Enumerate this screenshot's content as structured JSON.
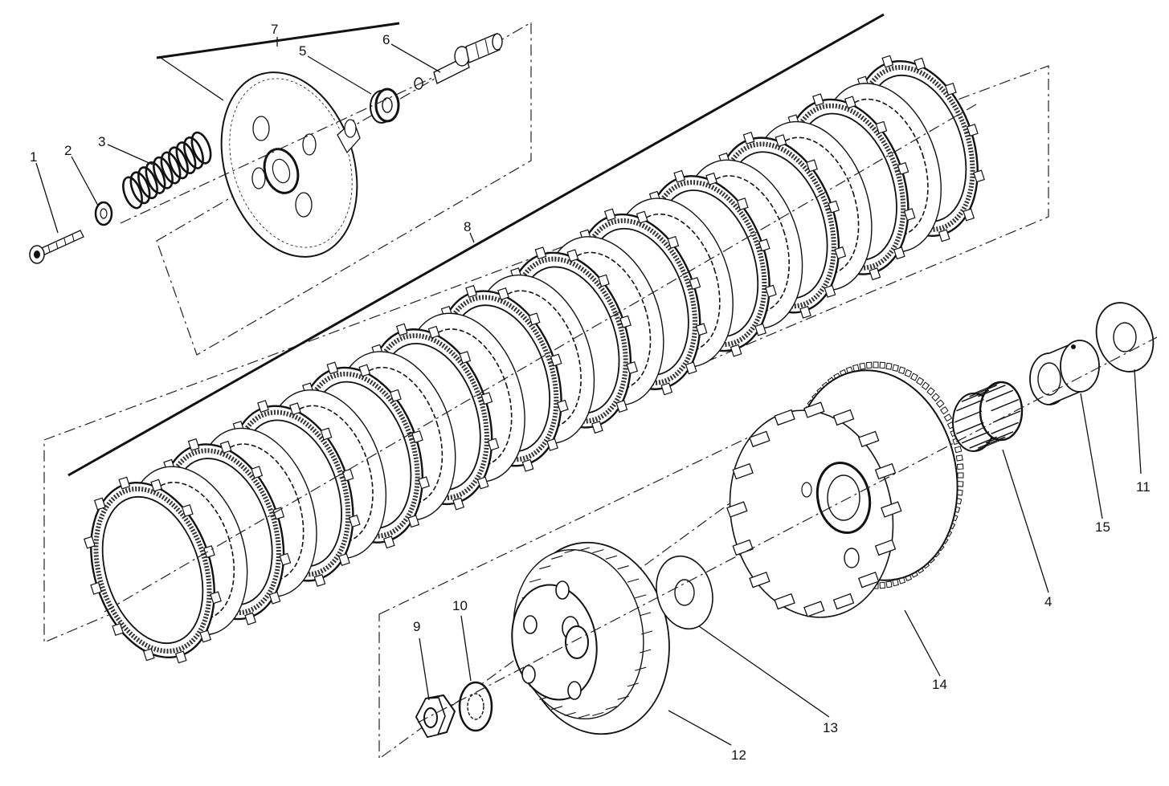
{
  "callouts": [
    {
      "id": "1",
      "label": "1"
    },
    {
      "id": "2",
      "label": "2"
    },
    {
      "id": "3",
      "label": "3"
    },
    {
      "id": "4",
      "label": "4"
    },
    {
      "id": "5",
      "label": "5"
    },
    {
      "id": "6",
      "label": "6"
    },
    {
      "id": "7",
      "label": "7"
    },
    {
      "id": "8",
      "label": "8"
    },
    {
      "id": "9",
      "label": "9"
    },
    {
      "id": "10",
      "label": "10"
    },
    {
      "id": "11",
      "label": "11"
    },
    {
      "id": "12",
      "label": "12"
    },
    {
      "id": "13",
      "label": "13"
    },
    {
      "id": "14",
      "label": "14"
    },
    {
      "id": "15",
      "label": "15"
    }
  ],
  "parts": {
    "plate_stack": {
      "friction_plates": 12,
      "steel_plates": 11
    }
  }
}
